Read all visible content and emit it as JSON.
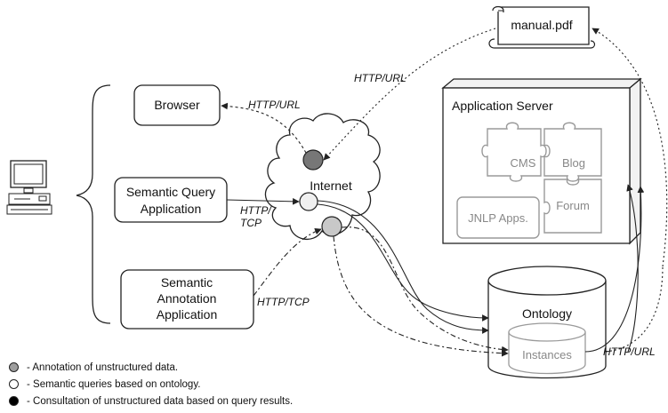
{
  "nodes": {
    "manual": "manual.pdf",
    "browser": "Browser",
    "semantic_query": [
      "Semantic Query",
      "Application"
    ],
    "semantic_annotation": [
      "Semantic",
      "Annotation",
      "Application"
    ],
    "internet": "Internet",
    "app_server": "Application Server",
    "cms": "CMS",
    "blog": "Blog",
    "forum": "Forum",
    "jnlp": "JNLP Apps.",
    "ontology": "Ontology",
    "instances": "Instances"
  },
  "edge_labels": {
    "manual_link": "HTTP/URL",
    "browser_link": "HTTP/URL",
    "query_link": [
      "HTTP/",
      "TCP"
    ],
    "annotation_link": "HTTP/TCP",
    "ontology_link": "HTTP/URL"
  },
  "legend": [
    {
      "color": "#9e9e9e",
      "text": "- Annotation of unstructured data."
    },
    {
      "color": "#ffffff",
      "text": "- Semantic queries based on ontology."
    },
    {
      "color": "#000000",
      "text": "- Consultation of unstructured data based on query results."
    }
  ]
}
